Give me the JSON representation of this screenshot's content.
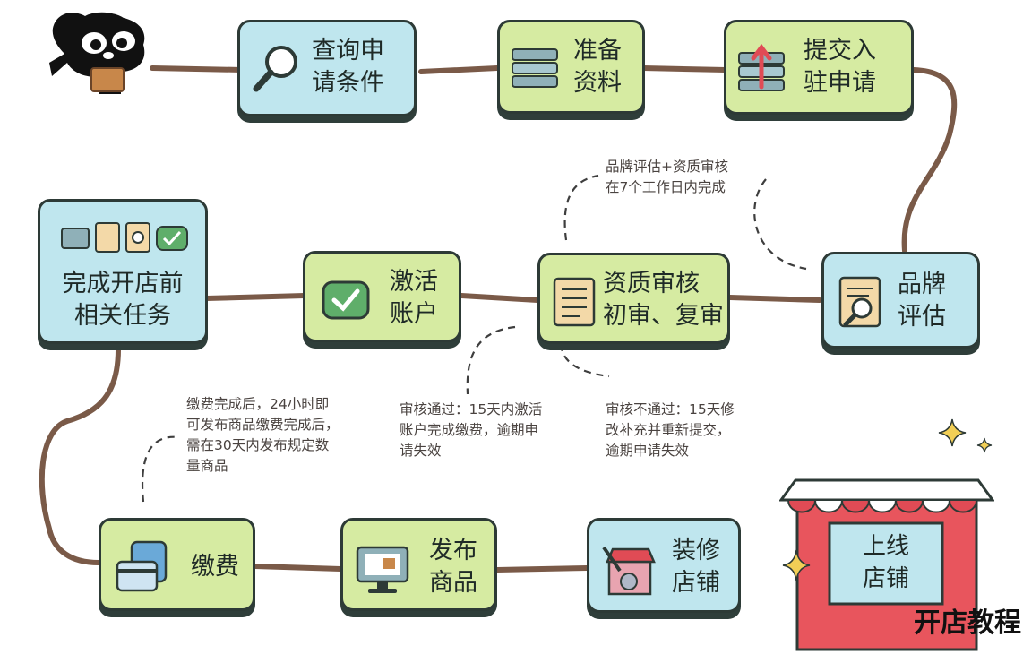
{
  "steps": {
    "check": "查询申\n请条件",
    "prepare": "准备\n资料",
    "submit": "提交入\n驻申请",
    "brand": "品牌\n评估",
    "review": "资质审核\n初审、复审",
    "activate": "激活\n账户",
    "tasks": "完成开店前\n相关任务",
    "pay": "缴费",
    "publish": "发布\n商品",
    "decorate": "装修\n店铺",
    "online": "上线\n店铺"
  },
  "notes": {
    "brand_note": "品牌评估+资质审核\n在7个工作日内完成",
    "pass_note": "审核通过：15天内激活\n账户完成缴费，逾期申\n请失效",
    "fail_note": "审核不通过：15天修\n改补充并重新提交，\n逾期申请失效",
    "pay_note": "缴费完成后，24小时即\n可发布商品缴费完成后，\n需在30天内发布规定数\n量商品"
  },
  "watermark": "开店教程",
  "colors": {
    "blue_card": "#bfe6ee",
    "green_card": "#d6eba2",
    "rope": "#7a5a48",
    "store_red": "#e8555d"
  }
}
